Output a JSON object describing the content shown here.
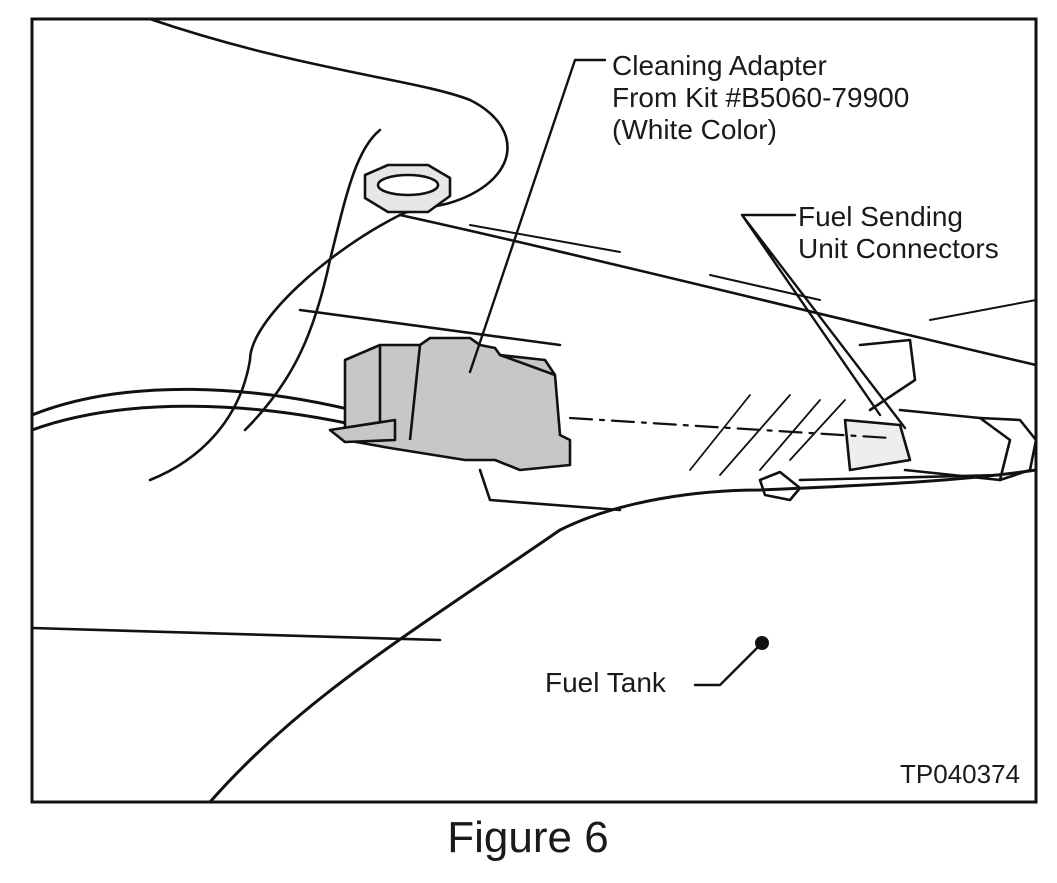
{
  "callouts": {
    "adapter": [
      "Cleaning Adapter",
      "From Kit #B5060-79900",
      "(White Color)"
    ],
    "connectors": [
      "Fuel Sending",
      "Unit Connectors"
    ],
    "tank": "Fuel Tank"
  },
  "figure_code": "TP040374",
  "caption": "Figure 6",
  "colors": {
    "line": "#111111",
    "adapter_fill": "#c7c7c7",
    "background": "#ffffff"
  }
}
